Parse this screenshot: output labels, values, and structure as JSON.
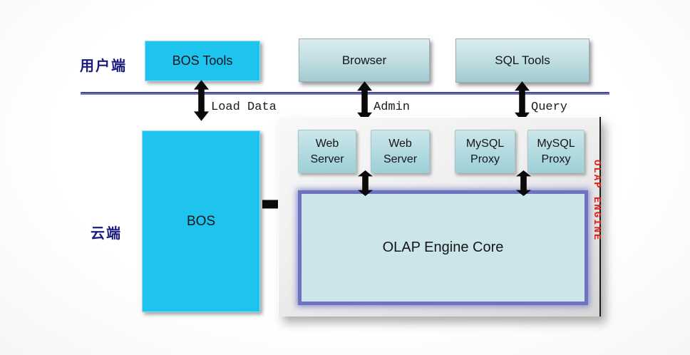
{
  "diagram": {
    "zones": {
      "user_side_label": "用户端",
      "cloud_side_label": "云端"
    },
    "client_nodes": {
      "bos_tools": "BOS Tools",
      "browser": "Browser",
      "sql_tools": "SQL Tools"
    },
    "flow_labels": {
      "load_data": "Load Data",
      "admin": "Admin",
      "query": "Query"
    },
    "cloud_nodes": {
      "bos": "BOS",
      "web_server_1": "Web Server",
      "web_server_2": "Web Server",
      "mysql_proxy_1": "MySQL Proxy",
      "mysql_proxy_2": "MySQL Proxy",
      "olap_core": "OLAP Engine Core",
      "engine_vertical_label": "OLAP ENGINE"
    },
    "colors": {
      "node_cyan": "#1FC4EE",
      "node_teal_top": "#DCECEE",
      "node_teal_bottom": "#A0CCD2",
      "olap_fill": "#CBE5EA",
      "olap_border": "#6E73BF",
      "zone_text_navy": "#1A1A80",
      "divider_blue": "#54549E",
      "engine_text_red": "#E02015",
      "arrow_black": "#0A0A0A"
    }
  }
}
